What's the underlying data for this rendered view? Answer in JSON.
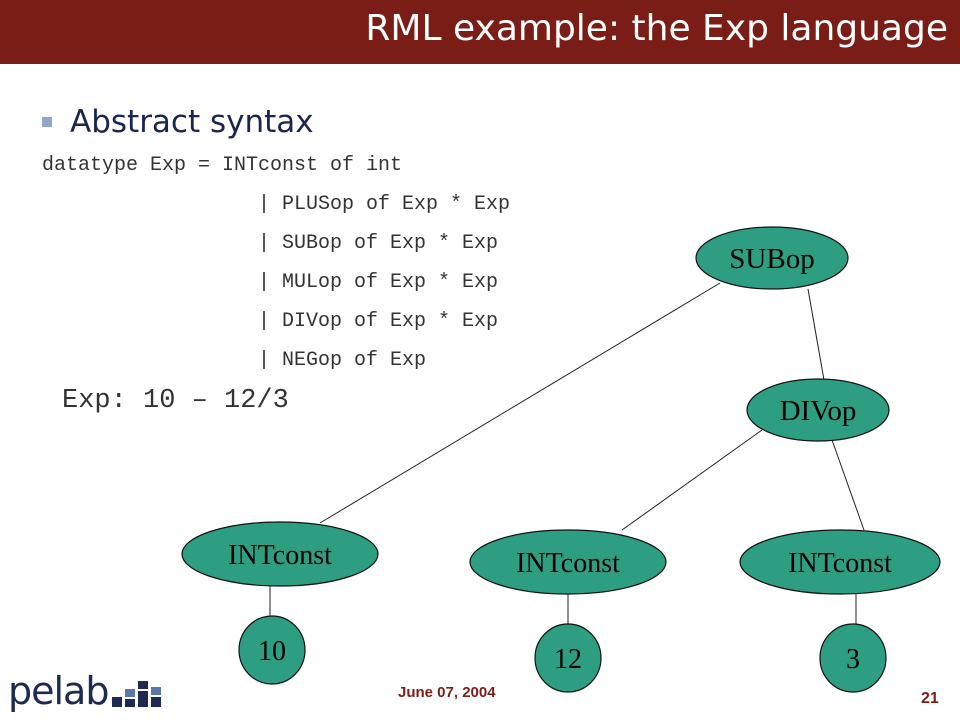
{
  "slide": {
    "title": "RML example: the Exp language",
    "heading": "Abstract syntax",
    "code_lines": [
      "datatype Exp = INTconst of int",
      "| PLUSop of Exp * Exp",
      "| SUBop of Exp * Exp",
      "| MULop of Exp * Exp",
      "| DIVop of Exp * Exp",
      "| NEGop of Exp"
    ],
    "expression": "Exp: 10 – 12/3"
  },
  "tree": {
    "nodes": {
      "subop": "SUBop",
      "divop": "DIVop",
      "intconst_left": "INTconst",
      "intconst_mid": "INTconst",
      "intconst_right": "INTconst",
      "val_10": "10",
      "val_12": "12",
      "val_3": "3"
    },
    "node_fill": "#2e9e82"
  },
  "footer": {
    "logo": "pelab",
    "date": "June 07, 2004",
    "page": "21"
  },
  "colors": {
    "title_bar": "#7b1d17",
    "heading": "#1a2550"
  }
}
